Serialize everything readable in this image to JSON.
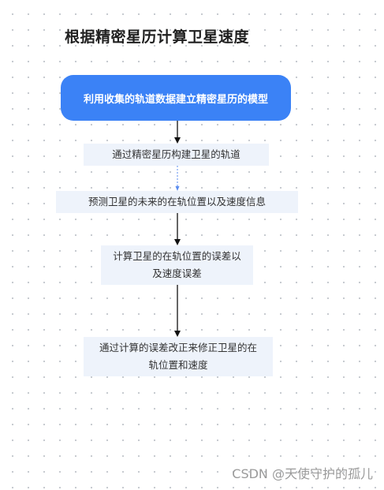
{
  "title": "根据精密星历计算卫星速度",
  "start_node": "利用收集的轨道数据建立精密星历的模型",
  "steps": [
    {
      "lines": [
        "通过精密星历构建卫星的轨道"
      ]
    },
    {
      "lines": [
        "预测卫星的未来的在轨位置以及速度信息"
      ]
    },
    {
      "lines": [
        "计算卫星的在轨位置的误差以",
        "及速度误差"
      ]
    },
    {
      "lines": [
        "通过计算的误差改正来修正卫星的在",
        "轨位置和速度"
      ]
    }
  ],
  "watermark": "CSDN @天使守护的孤儿",
  "colors": {
    "start_fill": "#3b82f6",
    "box_fill": "#eef3fb",
    "arrow_dark": "#111111",
    "arrow_blue": "#5b8def"
  }
}
